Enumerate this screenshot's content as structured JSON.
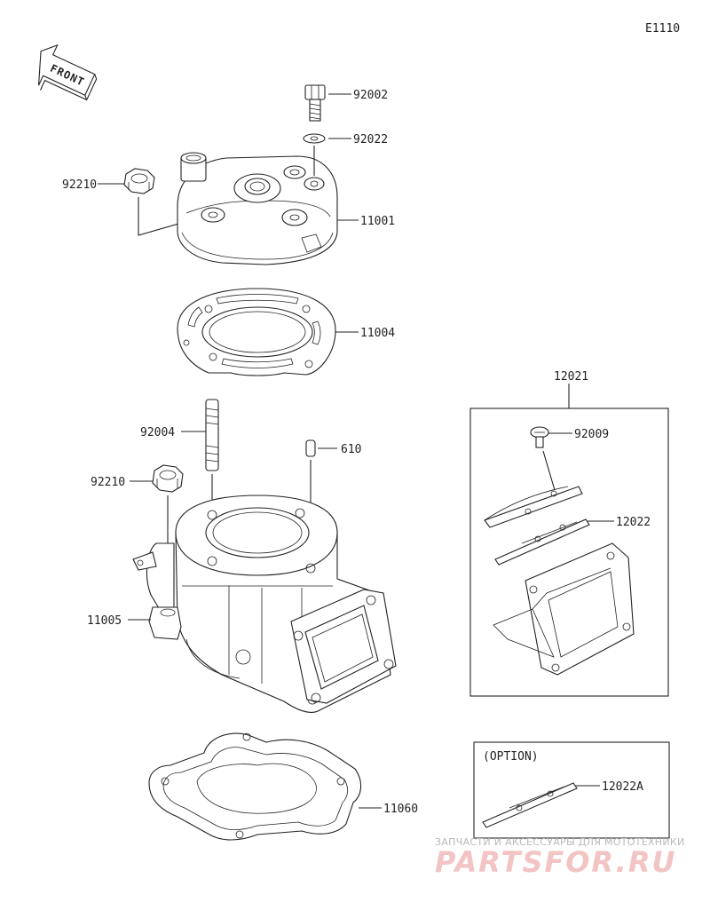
{
  "diagram_code": "E1110",
  "front_label": "FRONT",
  "parts": {
    "bolt": "92002",
    "washer": "92022",
    "nut_top": "92210",
    "cylinder_head": "11001",
    "head_gasket": "11004",
    "stud": "92004",
    "dowel_pin": "610",
    "nut_cyl": "92210",
    "cylinder": "11005",
    "base_gasket": "11060",
    "reed_valve_assy": "12021",
    "reed_screw": "92009",
    "reed_petal": "12022",
    "option_petal": "12022A"
  },
  "option_label": "(OPTION)",
  "watermark": {
    "tagline": "ЗАПЧАСТИ И АКСЕССУАРЫ ДЛЯ МОТОТЕХНИКИ",
    "brand": "PARTSFOR.RU"
  }
}
